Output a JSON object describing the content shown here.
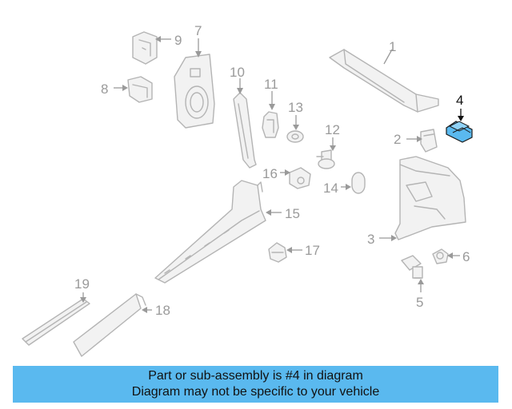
{
  "callouts": [
    {
      "id": "1",
      "label": "1"
    },
    {
      "id": "2",
      "label": "2"
    },
    {
      "id": "3",
      "label": "3"
    },
    {
      "id": "4",
      "label": "4"
    },
    {
      "id": "5",
      "label": "5"
    },
    {
      "id": "6",
      "label": "6"
    },
    {
      "id": "7",
      "label": "7"
    },
    {
      "id": "8",
      "label": "8"
    },
    {
      "id": "9",
      "label": "9"
    },
    {
      "id": "10",
      "label": "10"
    },
    {
      "id": "11",
      "label": "11"
    },
    {
      "id": "12",
      "label": "12"
    },
    {
      "id": "13",
      "label": "13"
    },
    {
      "id": "14",
      "label": "14"
    },
    {
      "id": "15",
      "label": "15"
    },
    {
      "id": "16",
      "label": "16"
    },
    {
      "id": "17",
      "label": "17"
    },
    {
      "id": "18",
      "label": "18"
    },
    {
      "id": "19",
      "label": "19"
    }
  ],
  "highlight_color": "#5ab9ef",
  "banner": {
    "line1": "Part or sub-assembly is #4 in diagram",
    "line2": "Diagram may not be specific to your vehicle"
  }
}
